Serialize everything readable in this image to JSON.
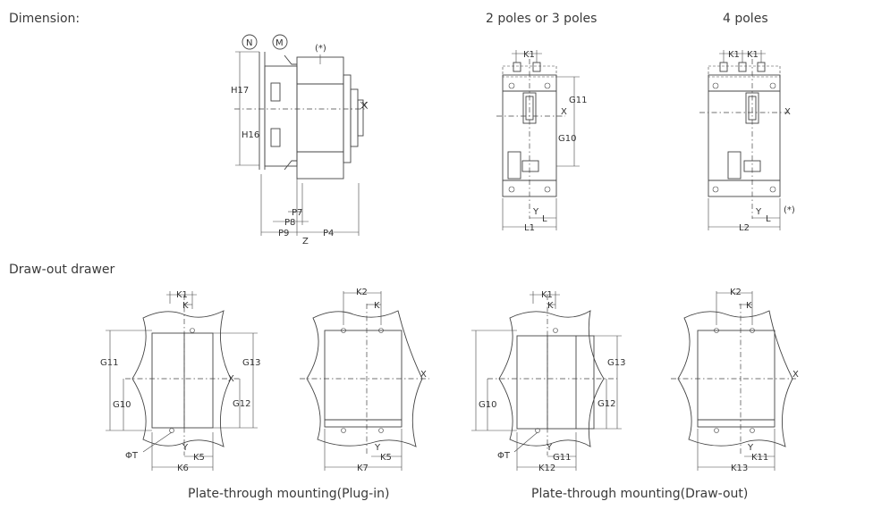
{
  "headings": {
    "dimension": "Dimension:",
    "two_three_poles": "2 poles or 3 poles",
    "four_poles": "4 poles",
    "drawout_drawer": "Draw-out drawer"
  },
  "captions": {
    "plug_in": "Plate-through mounting(Plug-in)",
    "draw_out": "Plate-through mounting(Draw-out)"
  },
  "labels": {
    "N": "N",
    "M": "M",
    "star": "(*)",
    "H17": "H17",
    "H16": "H16",
    "P7": "P7",
    "P8": "P8",
    "P9": "P9",
    "P4": "P4",
    "Z": "Z",
    "X": "X",
    "K1": "K1",
    "K": "K",
    "K2": "K2",
    "G10": "G10",
    "G11": "G11",
    "G12": "G12",
    "G13": "G13",
    "Y": "Y",
    "L": "L",
    "L1": "L1",
    "L2": "L2",
    "K5": "K5",
    "K6": "K6",
    "K7": "K7",
    "K11": "K11",
    "K12": "K12",
    "K13": "K13",
    "PhiT": "ΦT"
  }
}
